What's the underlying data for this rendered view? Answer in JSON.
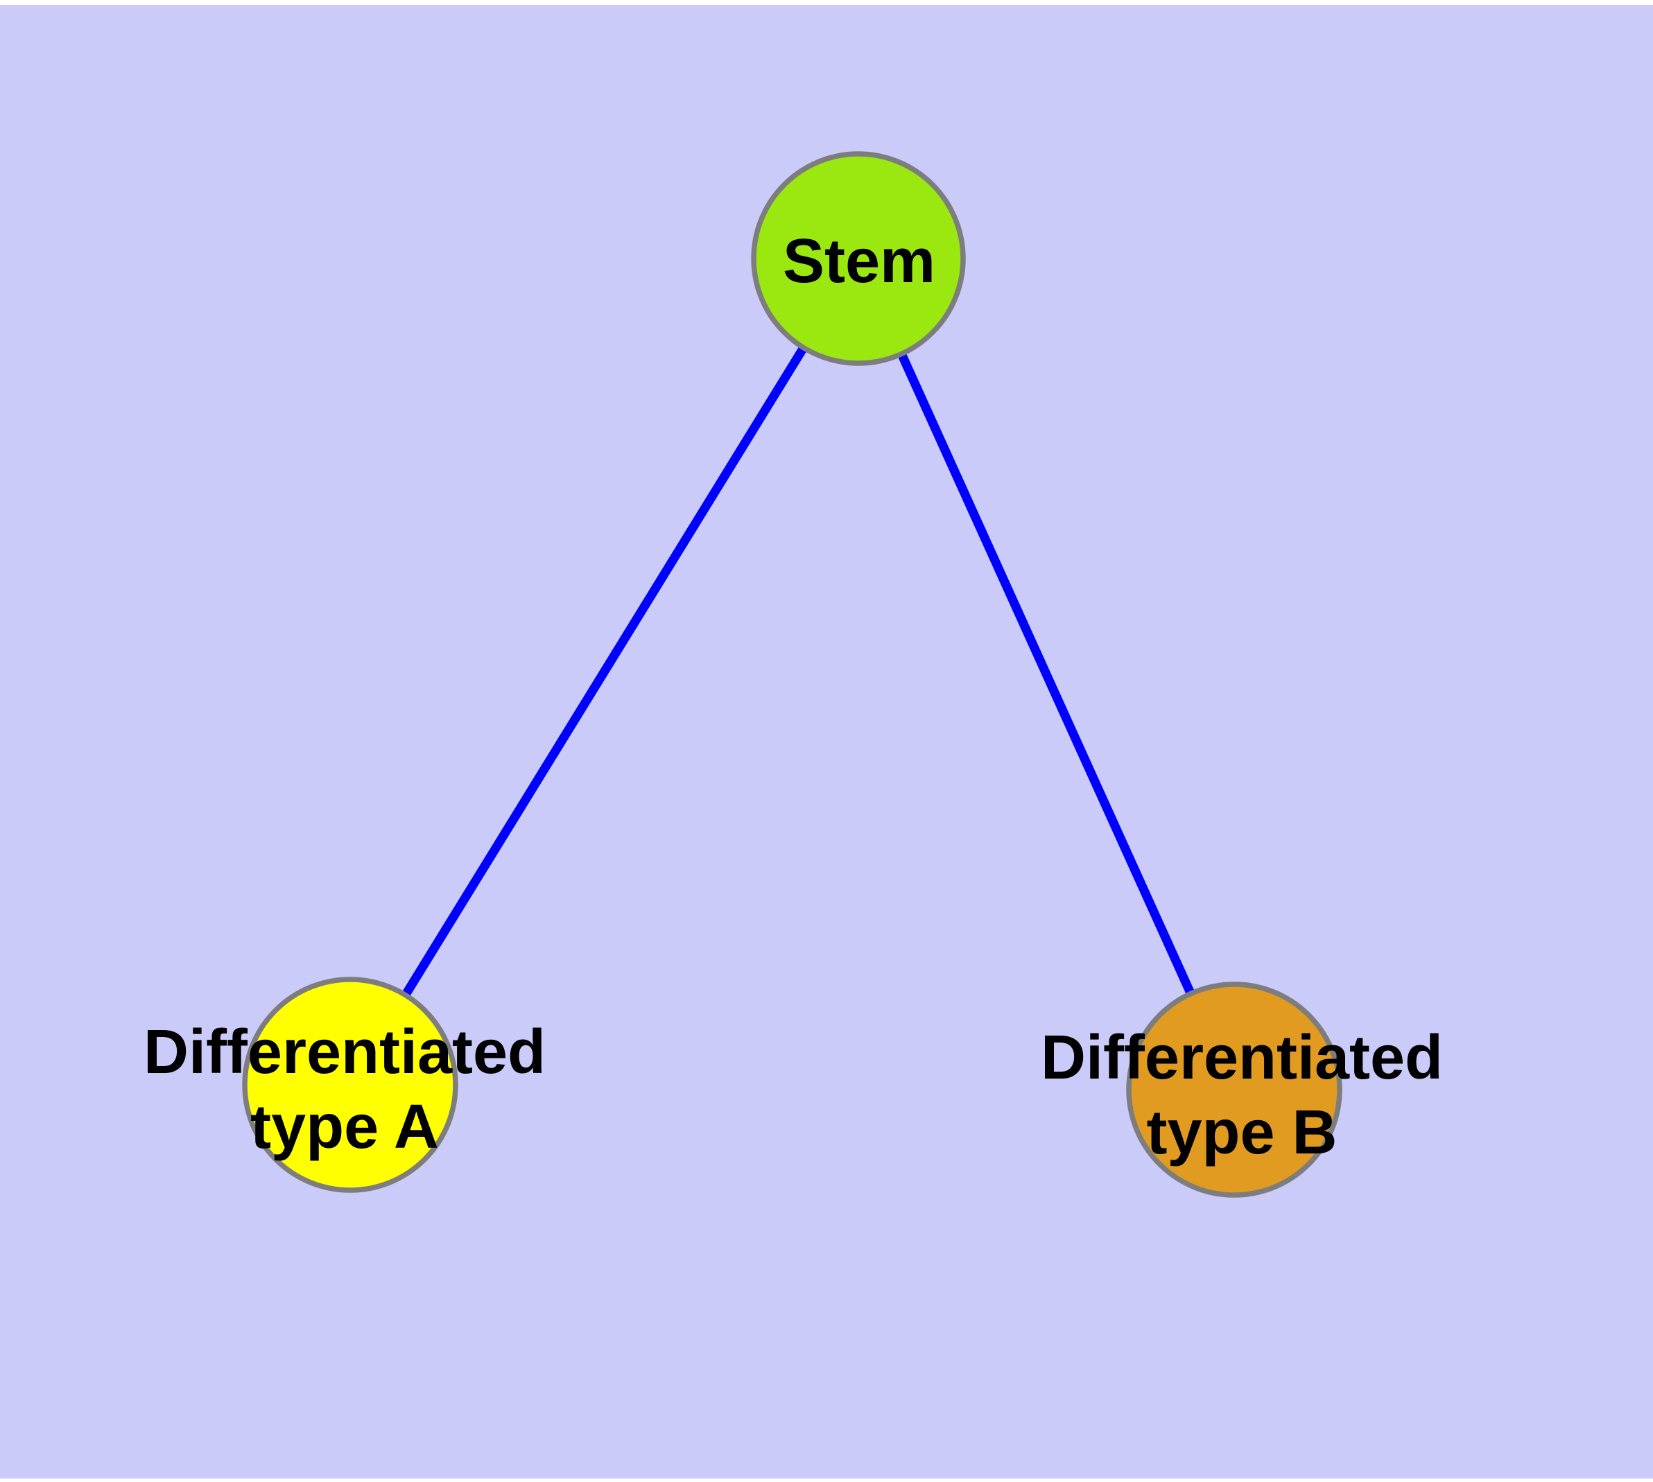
{
  "diagram": {
    "background_color": "#CBCBFA",
    "margin_color": "#FFFFFF",
    "text_color": "#000000",
    "node_border_color": "#7D7D7D",
    "nodes": {
      "stem": {
        "label": "Stem",
        "fill_color": "#9AE80F"
      },
      "type_a": {
        "label_line1": "Differentiated",
        "label_line2": "type A",
        "fill_color": "#FFFF00"
      },
      "type_b": {
        "label_line1": "Differentiated",
        "label_line2": "type B",
        "fill_color": "#E09B20"
      }
    },
    "edges": {
      "color": "#0000FF",
      "list": [
        {
          "from": "Stem",
          "to": "Differentiated type A"
        },
        {
          "from": "Stem",
          "to": "Differentiated type B"
        }
      ]
    }
  }
}
